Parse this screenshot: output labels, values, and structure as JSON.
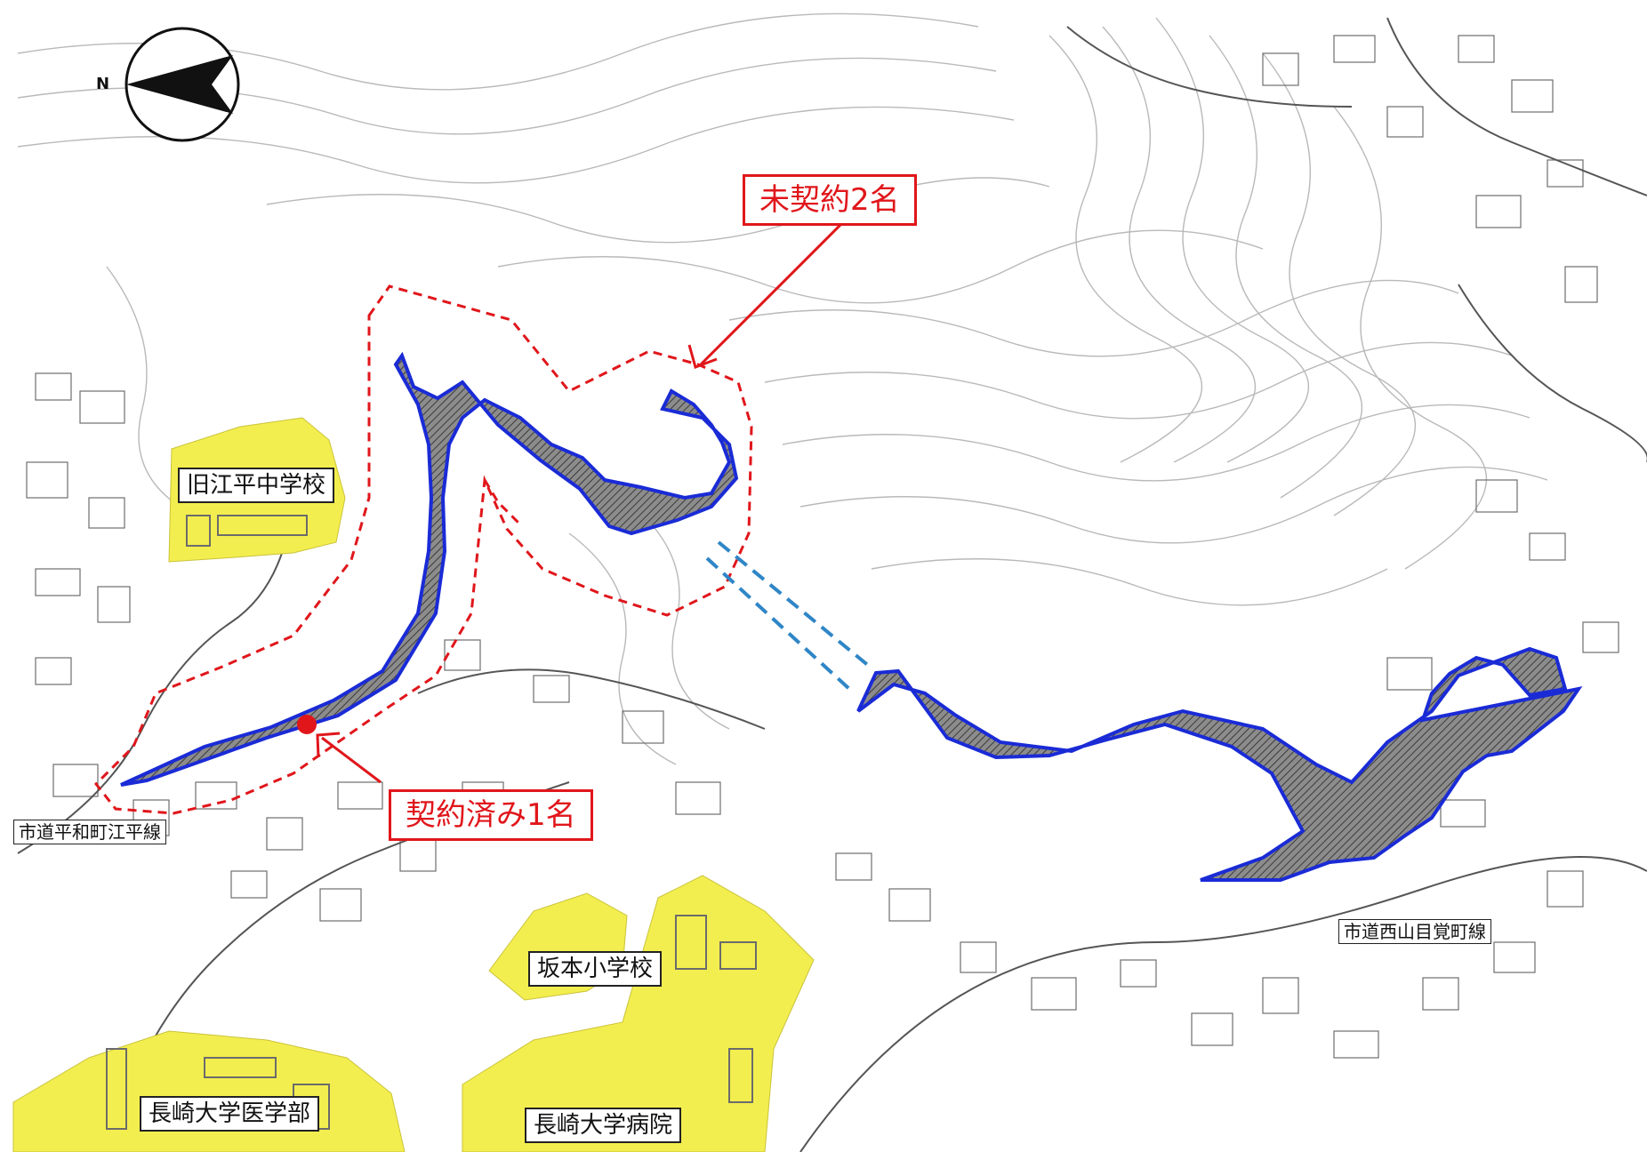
{
  "compass": {
    "north_letter": "N",
    "icon": "north-arrow-icon"
  },
  "callouts": {
    "uncontracted": "未契約2名",
    "contracted": "契約済み1名"
  },
  "facilities": {
    "former_ehira_jhs": "旧江平中学校",
    "sakamoto_es": "坂本小学校",
    "nagasaki_univ_med": "長崎大学医学部",
    "nagasaki_univ_hospital": "長崎大学病院"
  },
  "roads": {
    "heiwamachi_ehira": "市道平和町江平線",
    "nishiyama_mezame": "市道西山目覚町線"
  },
  "colors": {
    "facility_fill": "#f3ee4f",
    "route_outline": "#1a2bd6",
    "boundary_dashed": "#e0161b",
    "callout_red": "#e0161b",
    "tunnel_dashed": "#2f86c6",
    "route_fill": "#7a7a7a"
  }
}
